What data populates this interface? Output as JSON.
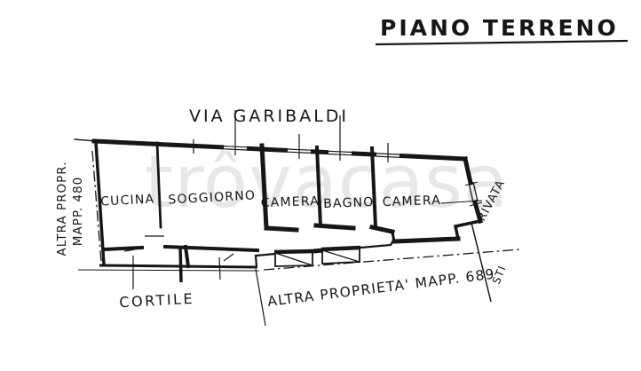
{
  "title": "PIANO TERRENO",
  "watermark": "trôvacasa",
  "street_label": "VIA GARIBALDI",
  "boundaries": {
    "left_line1": "ALTRA PROPR.",
    "left_line2": "MAPP. 480",
    "bottom": "ALTRA PROPRIETA' MAPP. 689",
    "right_upper": "RIVATA",
    "right_lower": "STI"
  },
  "rooms": [
    {
      "name": "CUCINA"
    },
    {
      "name": "SOGGIORNO"
    },
    {
      "name": "CAMERA"
    },
    {
      "name": "BAGNO"
    },
    {
      "name": "CAMERA"
    }
  ],
  "outdoor": {
    "courtyard": "CORTILE"
  },
  "colors": {
    "ink": "#161616",
    "watermark": "#e7e7e7",
    "paper": "#ffffff"
  }
}
